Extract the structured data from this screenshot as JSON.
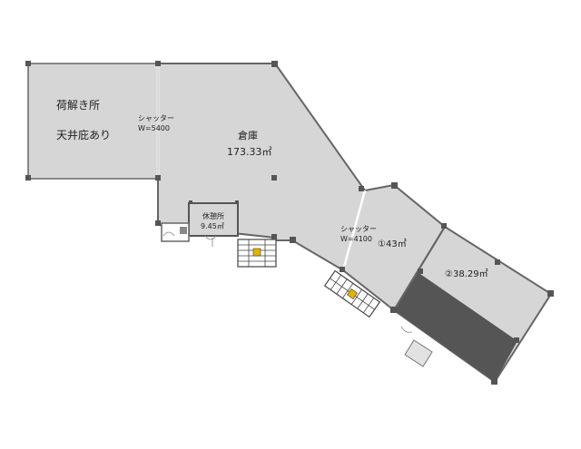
{
  "rooms": {
    "unloading": {
      "name": "荷解き所",
      "note": "天井庇あり"
    },
    "warehouse": {
      "name": "倉庫",
      "area": "173.33㎡"
    },
    "restroom": {
      "name": "休憩所",
      "area": "9.45㎡"
    },
    "unit1": {
      "area": "①43㎡"
    },
    "unit2": {
      "area": "②38.29㎡"
    }
  },
  "shutters": {
    "main": {
      "label": "シャッター",
      "width": "W=5400"
    },
    "unit1": {
      "label": "シャッター",
      "width": "W=4100"
    }
  },
  "colors": {
    "floor": "#d6d6d6",
    "wall": "#666666",
    "column": "#555555",
    "dark_zone": "#555555",
    "background": "#ffffff"
  }
}
